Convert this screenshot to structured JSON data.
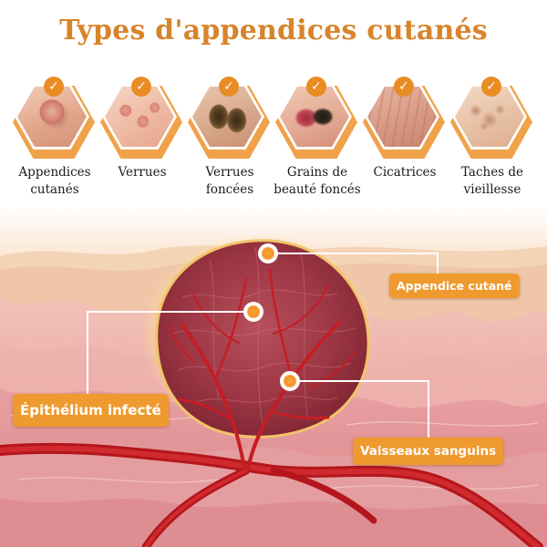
{
  "title": "Types d'appendices cutanés",
  "types": [
    {
      "icon": "skin-tag-icon",
      "label_line1": "Appendices",
      "label_line2": "cutanés"
    },
    {
      "icon": "wart-icon",
      "label_line1": "Verrues",
      "label_line2": ""
    },
    {
      "icon": "dark-wart-icon",
      "label_line1": "Verrues",
      "label_line2": "foncées"
    },
    {
      "icon": "dark-mole-icon",
      "label_line1": "Grains de",
      "label_line2": "beauté foncés"
    },
    {
      "icon": "scar-icon",
      "label_line1": "Cicatrices",
      "label_line2": ""
    },
    {
      "icon": "age-spot-icon",
      "label_line1": "Taches de",
      "label_line2": "vieillesse"
    }
  ],
  "callouts": {
    "skin_tag": "Appendice cutané",
    "infected_epithelium": "Épithélium infecté",
    "blood_vessels": "Vaisseaux sanguins"
  },
  "colors": {
    "accent": "#ef9a2e",
    "title": "#d8842a",
    "vessel": "#c81e22"
  }
}
